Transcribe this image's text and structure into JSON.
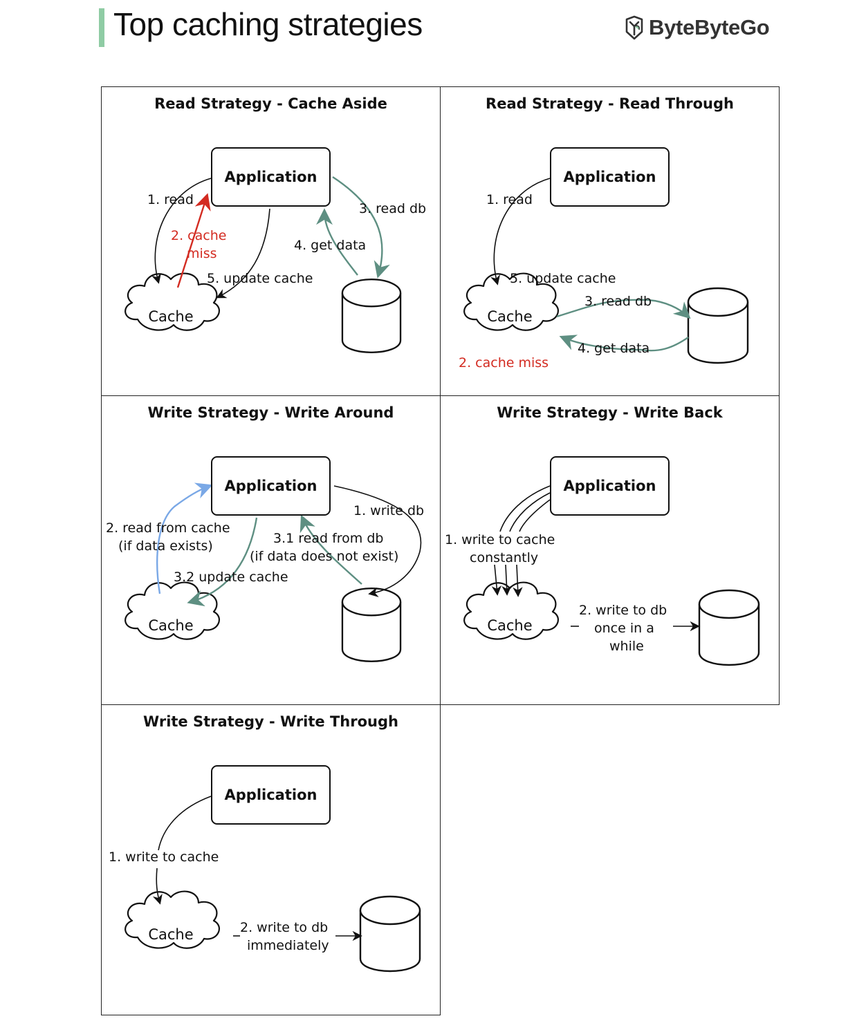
{
  "header": {
    "title": "Top caching strategies",
    "brand": "ByteByteGo",
    "accent_color": "#8fcca4"
  },
  "colors": {
    "ink": "#111111",
    "teal_arrow": "#5e8f82",
    "red_arrow": "#d32b21",
    "blue_arrow": "#7aa8e6"
  },
  "panels": [
    {
      "title": "Read Strategy - Cache Aside",
      "app_label": "Application",
      "cache_label": "Cache",
      "steps": [
        "1. read",
        "2. cache",
        "miss",
        "3. read db",
        "4. get data",
        "5. update cache"
      ]
    },
    {
      "title": "Read Strategy - Read Through",
      "app_label": "Application",
      "cache_label": "Cache",
      "steps": [
        "1. read",
        "2. cache miss",
        "3. read db",
        "4. get data",
        "5. update cache"
      ]
    },
    {
      "title": "Write Strategy - Write Around",
      "app_label": "Application",
      "cache_label": "Cache",
      "steps": [
        "1. write db",
        "2. read from cache",
        "(if data exists)",
        "3.1 read from db",
        "(if data does not exist)",
        "3.2 update cache"
      ]
    },
    {
      "title": "Write Strategy - Write Back",
      "app_label": "Application",
      "cache_label": "Cache",
      "steps": [
        "1. write to cache",
        "constantly",
        "2. write to db",
        "once in a",
        "while"
      ]
    },
    {
      "title": "Write Strategy - Write Through",
      "app_label": "Application",
      "cache_label": "Cache",
      "steps": [
        "1. write to cache",
        "2. write to db",
        "immediately"
      ]
    }
  ]
}
